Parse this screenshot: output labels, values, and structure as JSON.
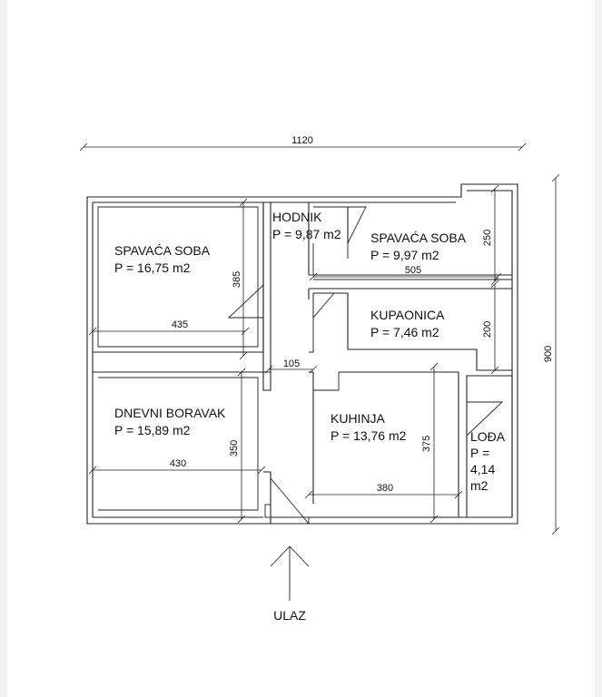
{
  "plan": {
    "overall_width": "1120",
    "overall_height": "900",
    "entrance_label": "ULAZ",
    "rooms": {
      "bedroom1": {
        "name": "SPAVAĆA SOBA",
        "area": "P = 16,75 m2",
        "dim_w": "435",
        "dim_h": "385"
      },
      "hallway": {
        "name": "HODNIK",
        "area": "P = 9,87 m2",
        "dim_w": "105"
      },
      "bedroom2": {
        "name": "SPAVAĆA SOBA",
        "area": "P = 9,97 m2",
        "dim_w": "505",
        "dim_h": "250"
      },
      "bathroom": {
        "name": "KUPAONICA",
        "area": "P = 7,46 m2",
        "dim_h": "200"
      },
      "living": {
        "name": "DNEVNI BORAVAK",
        "area": "P = 15,89 m2",
        "dim_w": "430",
        "dim_h": "350"
      },
      "kitchen": {
        "name": "KUHINJA",
        "area": "P = 13,76 m2",
        "dim_w": "380",
        "dim_h": "375"
      },
      "loggia": {
        "name": "LOĐA",
        "area_line1": "P =",
        "area_line2": "4,14",
        "area_line3": "m2"
      }
    }
  }
}
